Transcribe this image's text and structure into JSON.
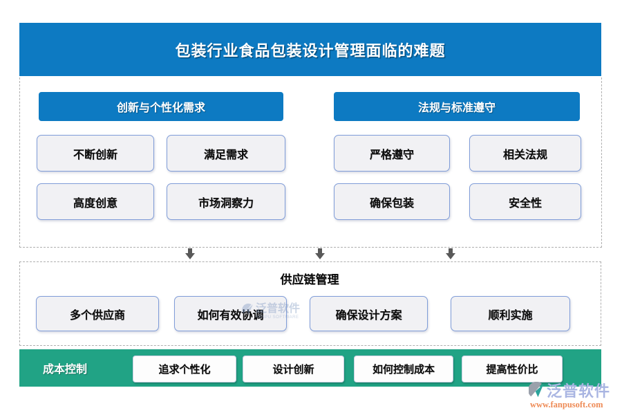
{
  "page": {
    "title": "包装行业食品包装设计管理面临的难题"
  },
  "colors": {
    "primary_blue": "#0d7ac2",
    "teal_green": "#21a385",
    "box_border_blue": "#7f9cd8",
    "box_bg": "#f1f1f4",
    "dashed_border": "#aeaeae",
    "arrow_gray": "#595959",
    "brand_text": "#a9b5e2",
    "brand_url_orange": "#ee8a55"
  },
  "top_sections": [
    {
      "header": "创新与个性化需求",
      "items": [
        "不断创新",
        "满足需求",
        "高度创意",
        "市场洞察力"
      ]
    },
    {
      "header": "法规与标准遵守",
      "items": [
        "严格遵守",
        "相关法规",
        "确保包装",
        "安全性"
      ]
    }
  ],
  "middle_section": {
    "title": "供应链管理",
    "items": [
      "多个供应商",
      "如何有效协调",
      "确保设计方案",
      "顺利实施"
    ]
  },
  "bottom_bar": {
    "label": "成本控制",
    "items": [
      "追求个性化",
      "设计创新",
      "如何控制成本",
      "提高性价比"
    ]
  },
  "watermarks": {
    "center": {
      "brand": "泛普软件",
      "subtitle": "FANPU SOFTWARE"
    },
    "corner": {
      "brand": "泛普软件",
      "url": "www.fanpusoft.com"
    }
  }
}
